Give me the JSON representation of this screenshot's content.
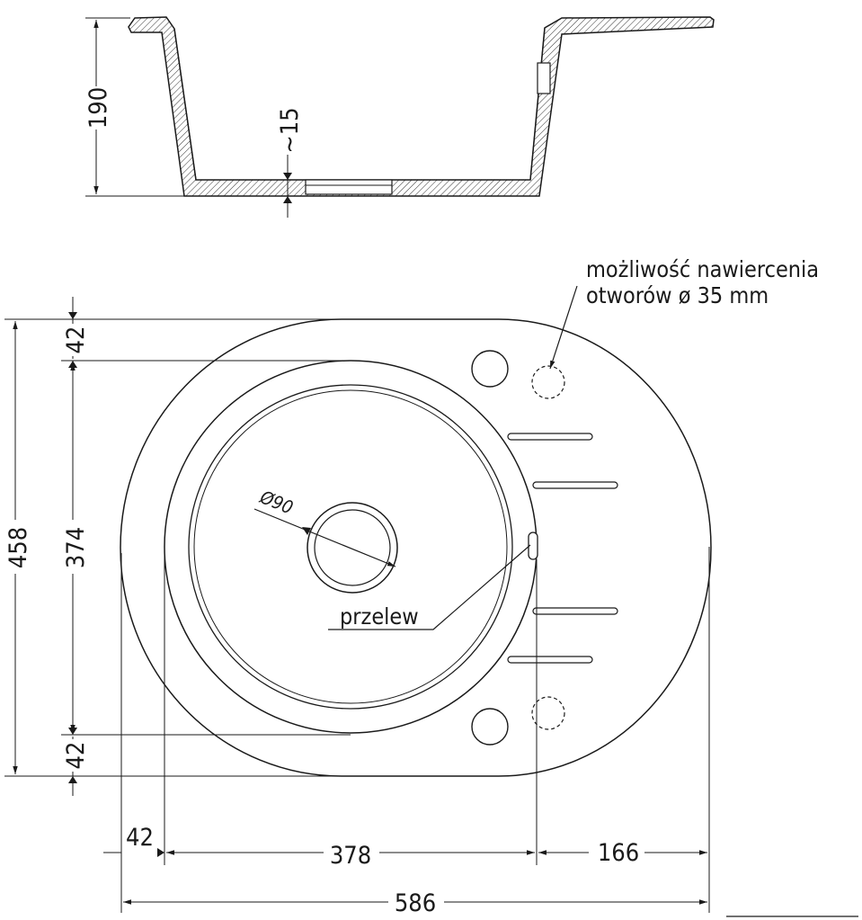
{
  "section_view": {
    "depth_label": "190",
    "bottom_thickness_label": "~15"
  },
  "plan_view": {
    "dim_total_height": "458",
    "dim_bowl_height": "374",
    "dim_top_margin": "42",
    "dim_bottom_margin": "42",
    "dim_left_margin": "42",
    "dim_bowl_width": "378",
    "dim_drainer_width": "166",
    "dim_total_width": "586",
    "drain_label": "Ø90",
    "overflow_label": "przelew",
    "tap_hole_note_line1": "możliwość nawiercenia",
    "tap_hole_note_line2": "otworów ø 35 mm"
  },
  "colors": {
    "line": "#1a1a1a",
    "hatch": "#333333",
    "background": "#ffffff"
  }
}
